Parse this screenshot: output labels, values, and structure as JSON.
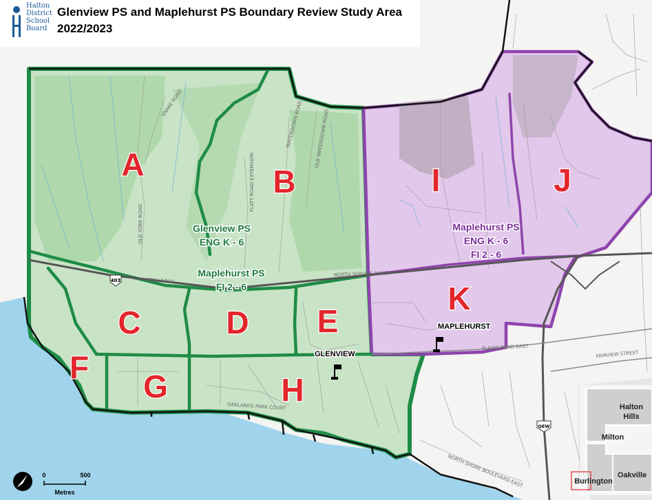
{
  "header": {
    "org_name": "Halton\nDistrict\nSchool\nBoard",
    "title_line1": "Glenview PS and Maplehurst PS Boundary Review Study Area",
    "title_line2": "2022/2023"
  },
  "colors": {
    "glenview_zone": "#1e8c46",
    "maplehurst_zone": "#8e44ad",
    "water": "#9fd4ec",
    "label_red": "#e3262c"
  },
  "zones": [
    {
      "letter": "A"
    },
    {
      "letter": "B"
    },
    {
      "letter": "C"
    },
    {
      "letter": "D"
    },
    {
      "letter": "E"
    },
    {
      "letter": "F"
    },
    {
      "letter": "G"
    },
    {
      "letter": "H"
    },
    {
      "letter": "I"
    },
    {
      "letter": "J"
    },
    {
      "letter": "K"
    }
  ],
  "programs": {
    "glenview_name": "Glenview PS",
    "glenview_prog": "ENG K - 6",
    "maplehurst_fi_name": "Maplehurst PS",
    "maplehurst_fi_prog": "FI 2 - 6",
    "maplehurst_name": "Maplehurst PS",
    "maplehurst_eng": "ENG K - 6",
    "maplehurst_fi": "FI 2 - 6"
  },
  "schools": {
    "glenview": "GLENVIEW",
    "maplehurst": "MAPLEHURST"
  },
  "roads": {
    "snake_road": "SNAKE ROAD",
    "old_york_road": "OLD YORK ROAD",
    "waterdown_road": "WATERDOWN ROAD",
    "old_waterdown_road": "OLD WATERDOWN ROAD",
    "flatt_road": "FLATT ROAD EXTENSION",
    "york_road": "YORK ROAD",
    "north_service_road": "NORTH SERVICE ROAD",
    "plains_road_east": "PLAINS ROAD EAST",
    "fairview_street": "FAIRVIEW STREET",
    "oaklands_park_court": "OAKLANDS PARK COURT",
    "north_shore_blvd": "NORTH SHORE BOULEVARD EAST",
    "highway_403": "403",
    "qew": "QEW"
  },
  "inset": {
    "halton_hills": "Halton\nHills",
    "milton": "Milton",
    "oakville": "Oakville",
    "burlington": "Burlington"
  },
  "scale": {
    "zero": "0",
    "max": "500",
    "unit": "Metres"
  }
}
